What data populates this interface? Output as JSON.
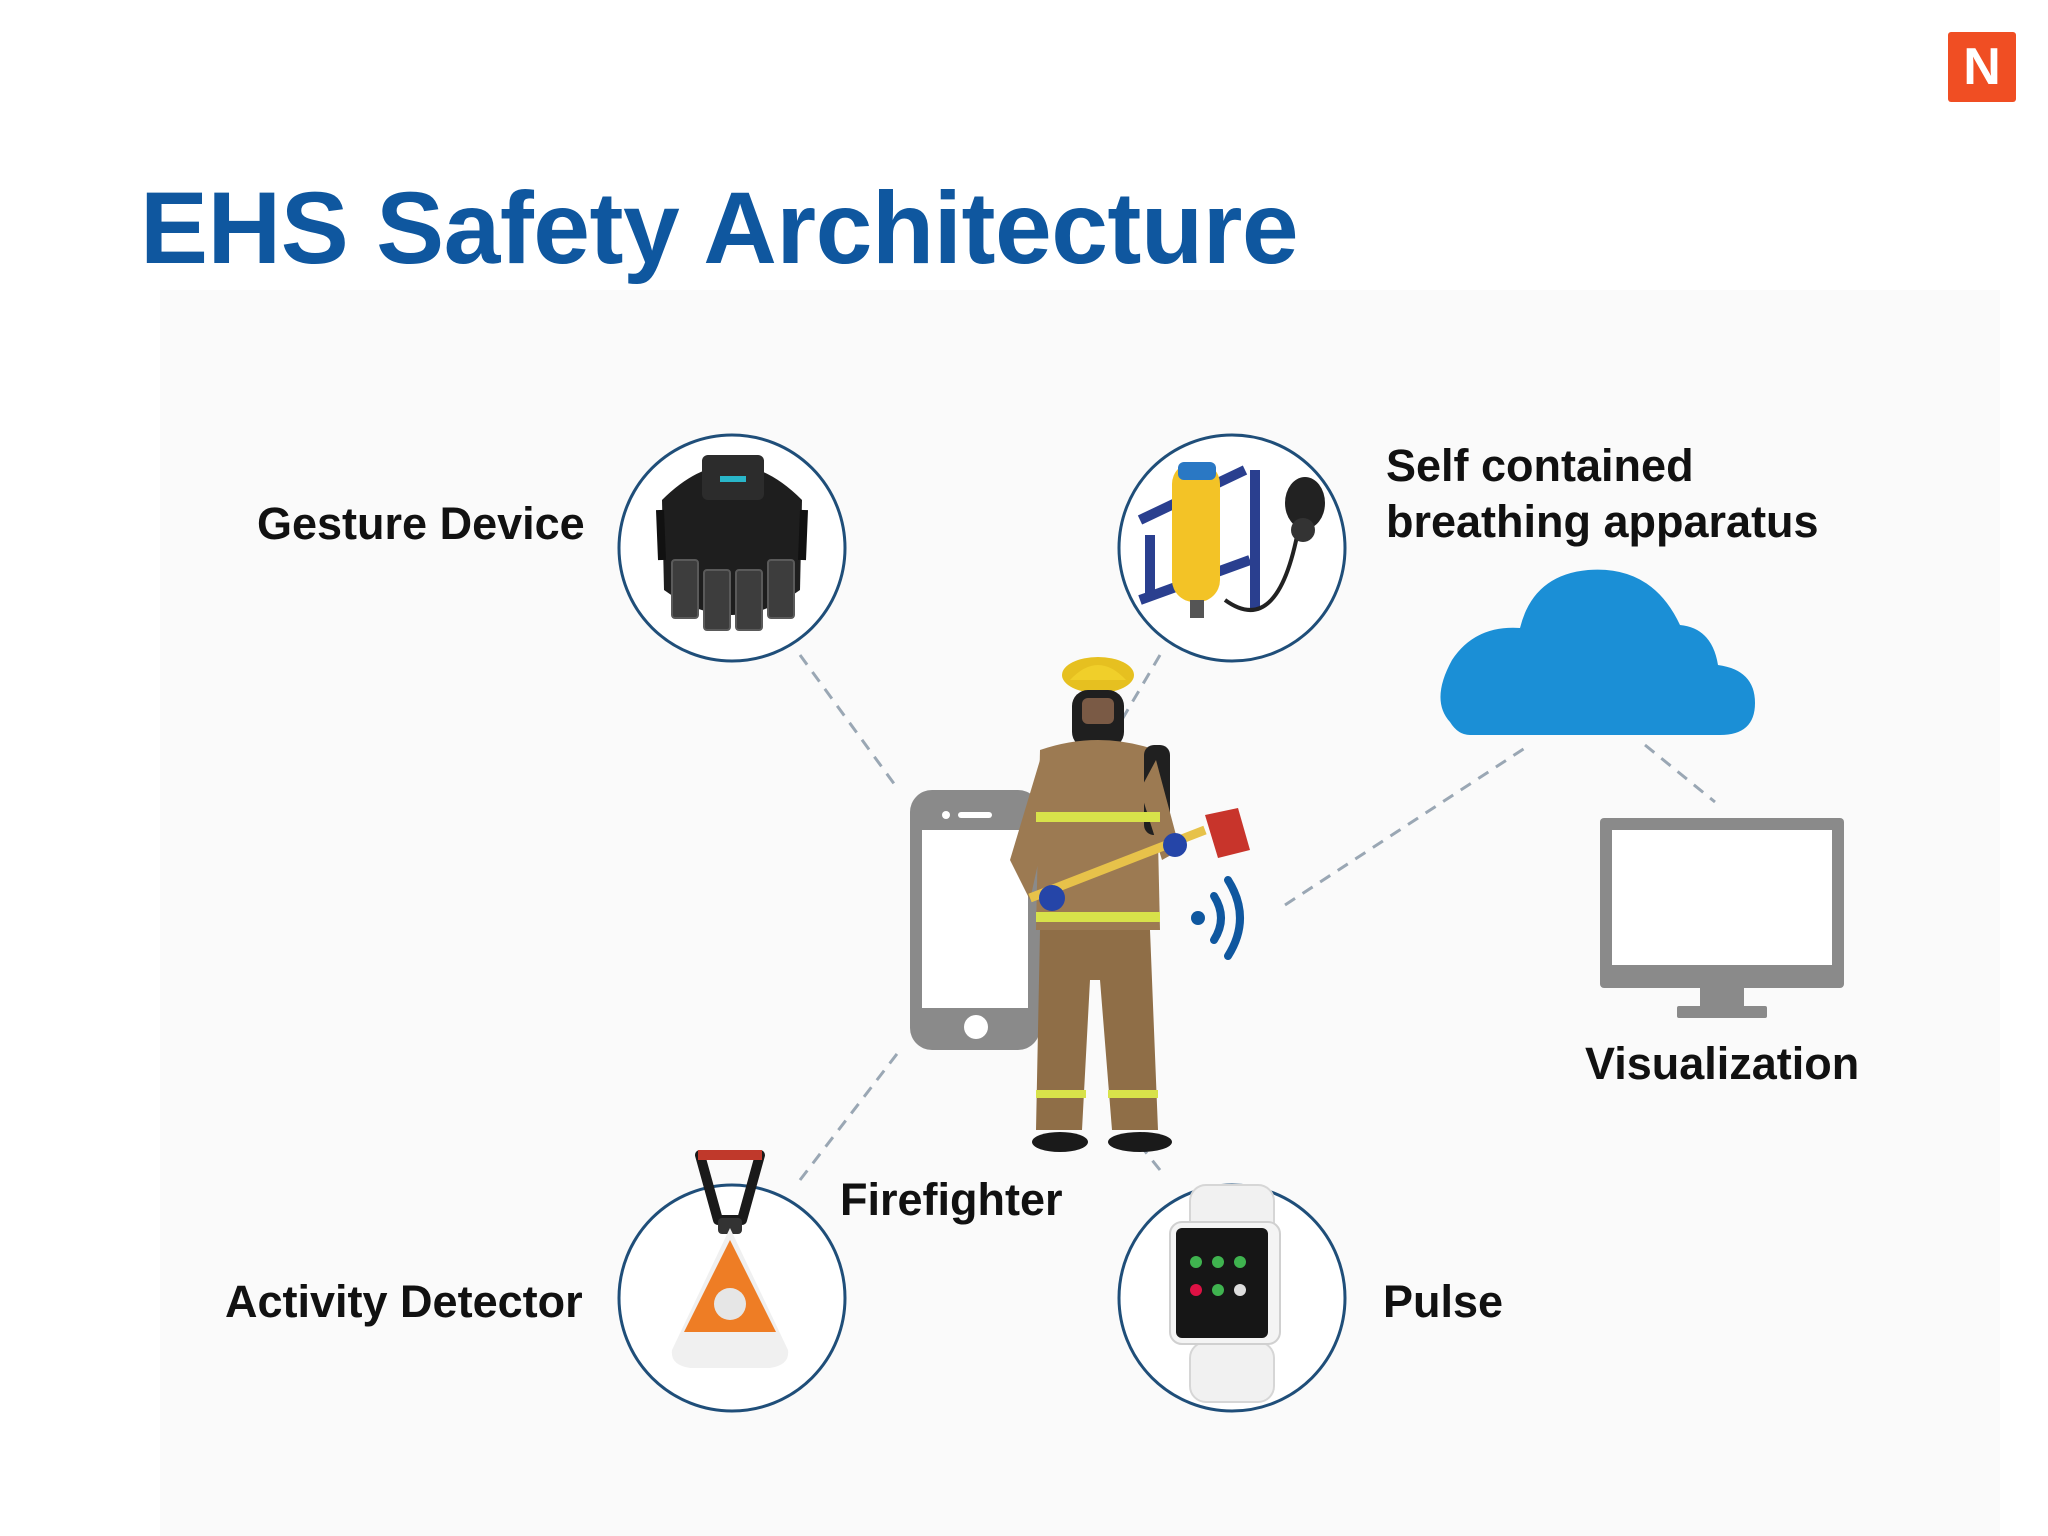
{
  "title": "EHS Safety Architecture",
  "logo": {
    "letter": "N",
    "color": "#f04e23"
  },
  "colors": {
    "title": "#0f579f",
    "circle_border": "#1f4e79",
    "cloud": "#1b8fd6",
    "device_gray": "#8a8a8a",
    "connector": "#9aa7b4"
  },
  "nodes": {
    "gesture_device": {
      "label": "Gesture Device",
      "icon": "armband-icon"
    },
    "breathing_apparatus": {
      "label_line1": "Self contained",
      "label_line2": "breathing apparatus",
      "icon": "air-tank-icon"
    },
    "visualization": {
      "label": "Visualization",
      "icon": "monitor-icon"
    },
    "firefighter": {
      "label": "Firefighter",
      "icon": "firefighter-icon"
    },
    "activity_detector": {
      "label": "Activity Detector",
      "icon": "pendant-alarm-icon"
    },
    "pulse": {
      "label": "Pulse",
      "icon": "smartwatch-icon"
    }
  },
  "hub": {
    "icon": "smartphone-icon",
    "signal_icon": "wireless-signal-icon",
    "cloud_icon": "cloud-icon"
  }
}
